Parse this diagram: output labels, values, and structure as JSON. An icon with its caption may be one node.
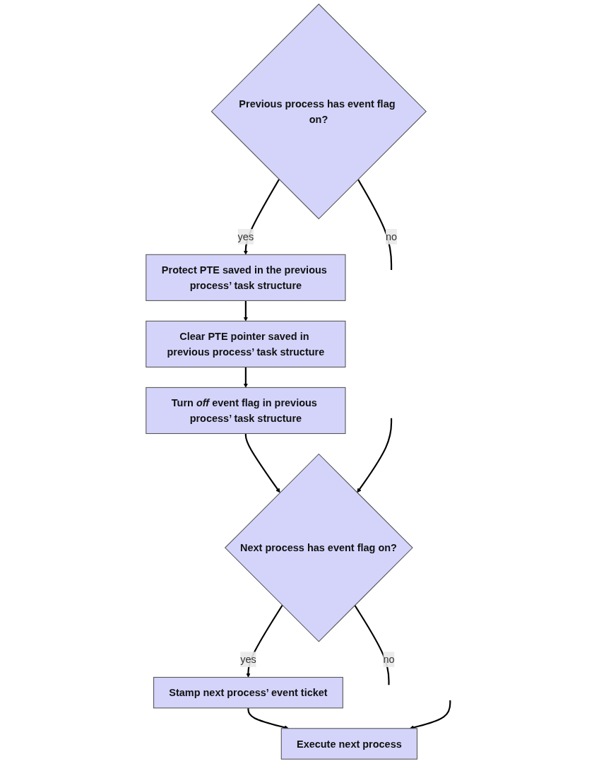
{
  "diagram": {
    "nodes": [
      {
        "text": [
          "Previous process has event flag on?"
        ]
      },
      {
        "text": [
          "Protect PTE saved in the previous process’ task structure"
        ]
      },
      {
        "text": [
          "Clear PTE pointer saved in previous process’ task structure"
        ]
      },
      {
        "text": [
          "Turn *off* event flag in previous process’ task structure"
        ]
      },
      {
        "text": [
          "Next process has event flag on?"
        ]
      },
      {
        "text": [
          "Stamp next process’ event ticket"
        ]
      },
      {
        "text": [
          "Execute next process"
        ]
      }
    ],
    "edges": [
      {
        "from": 0,
        "to": 1,
        "arrow": "to",
        "label": "yes"
      },
      {
        "from": 1,
        "to": 2,
        "arrow": "to"
      },
      {
        "from": 2,
        "to": 3,
        "arrow": "to"
      },
      {
        "from": 3,
        "to": 4,
        "arrow": "to"
      },
      {
        "from": 4,
        "to": 5,
        "arrow": "to",
        "label": "yes"
      },
      {
        "from": 5,
        "to": 6,
        "arrow": "to"
      },
      {
        "from": 0,
        "to": null,
        "arrow": "none",
        "label": "no"
      },
      {
        "from": null,
        "to": 4,
        "arrow": "to"
      },
      {
        "from": 4,
        "to": null,
        "arrow": "none",
        "label": "no"
      },
      {
        "from": null,
        "to": 6,
        "arrow": "to"
      }
    ]
  }
}
